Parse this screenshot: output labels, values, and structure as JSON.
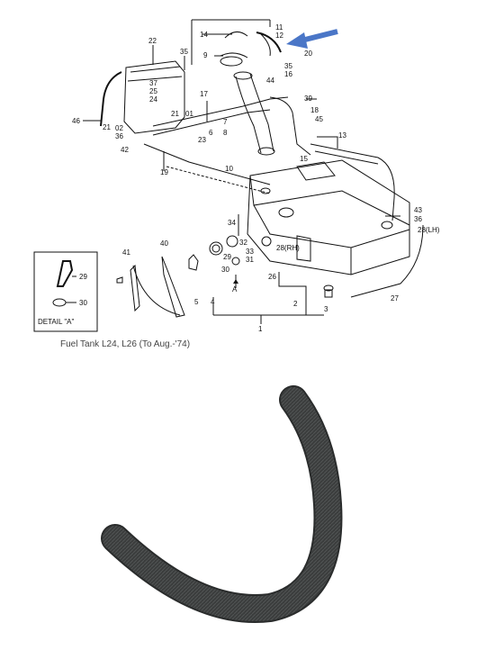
{
  "caption": "Fuel Tank L24, L26 (To Aug.-'74)",
  "detail_label": "DETAIL \"A\"",
  "arrow_color": "#4a76c7",
  "hose_color": "#3b3d3d",
  "arrow_marker_label": "A",
  "part_numbers": {
    "p11": "11",
    "p12": "12",
    "p14": "14",
    "p22": "22",
    "p35a": "35",
    "p9": "9",
    "p20": "20",
    "p35b": "35",
    "p16": "16",
    "p37": "37",
    "p25": "25",
    "p24": "24",
    "p44": "44",
    "p39": "39",
    "p17": "17",
    "p01": "01",
    "p18": "18",
    "p45": "45",
    "p46": "46",
    "p21a": "21",
    "p21b": "21",
    "p02": "02",
    "p36a": "36",
    "p7": "7",
    "p8": "8",
    "p6": "6",
    "p23": "23",
    "p13": "13",
    "p42": "42",
    "p15": "15",
    "p10": "10",
    "p19": "19",
    "p43": "43",
    "p36b": "36",
    "p34": "34",
    "p28lh": "28(LH)",
    "p41": "41",
    "p40": "40",
    "p32": "32",
    "p28rh": "28(RH)",
    "p29a": "29",
    "p33": "33",
    "p31": "31",
    "p30a": "30",
    "p26": "26",
    "p29b": "29",
    "p30b": "30",
    "p5": "5",
    "p4": "4",
    "p2": "2",
    "p3": "3",
    "p1": "1",
    "p27": "27"
  }
}
